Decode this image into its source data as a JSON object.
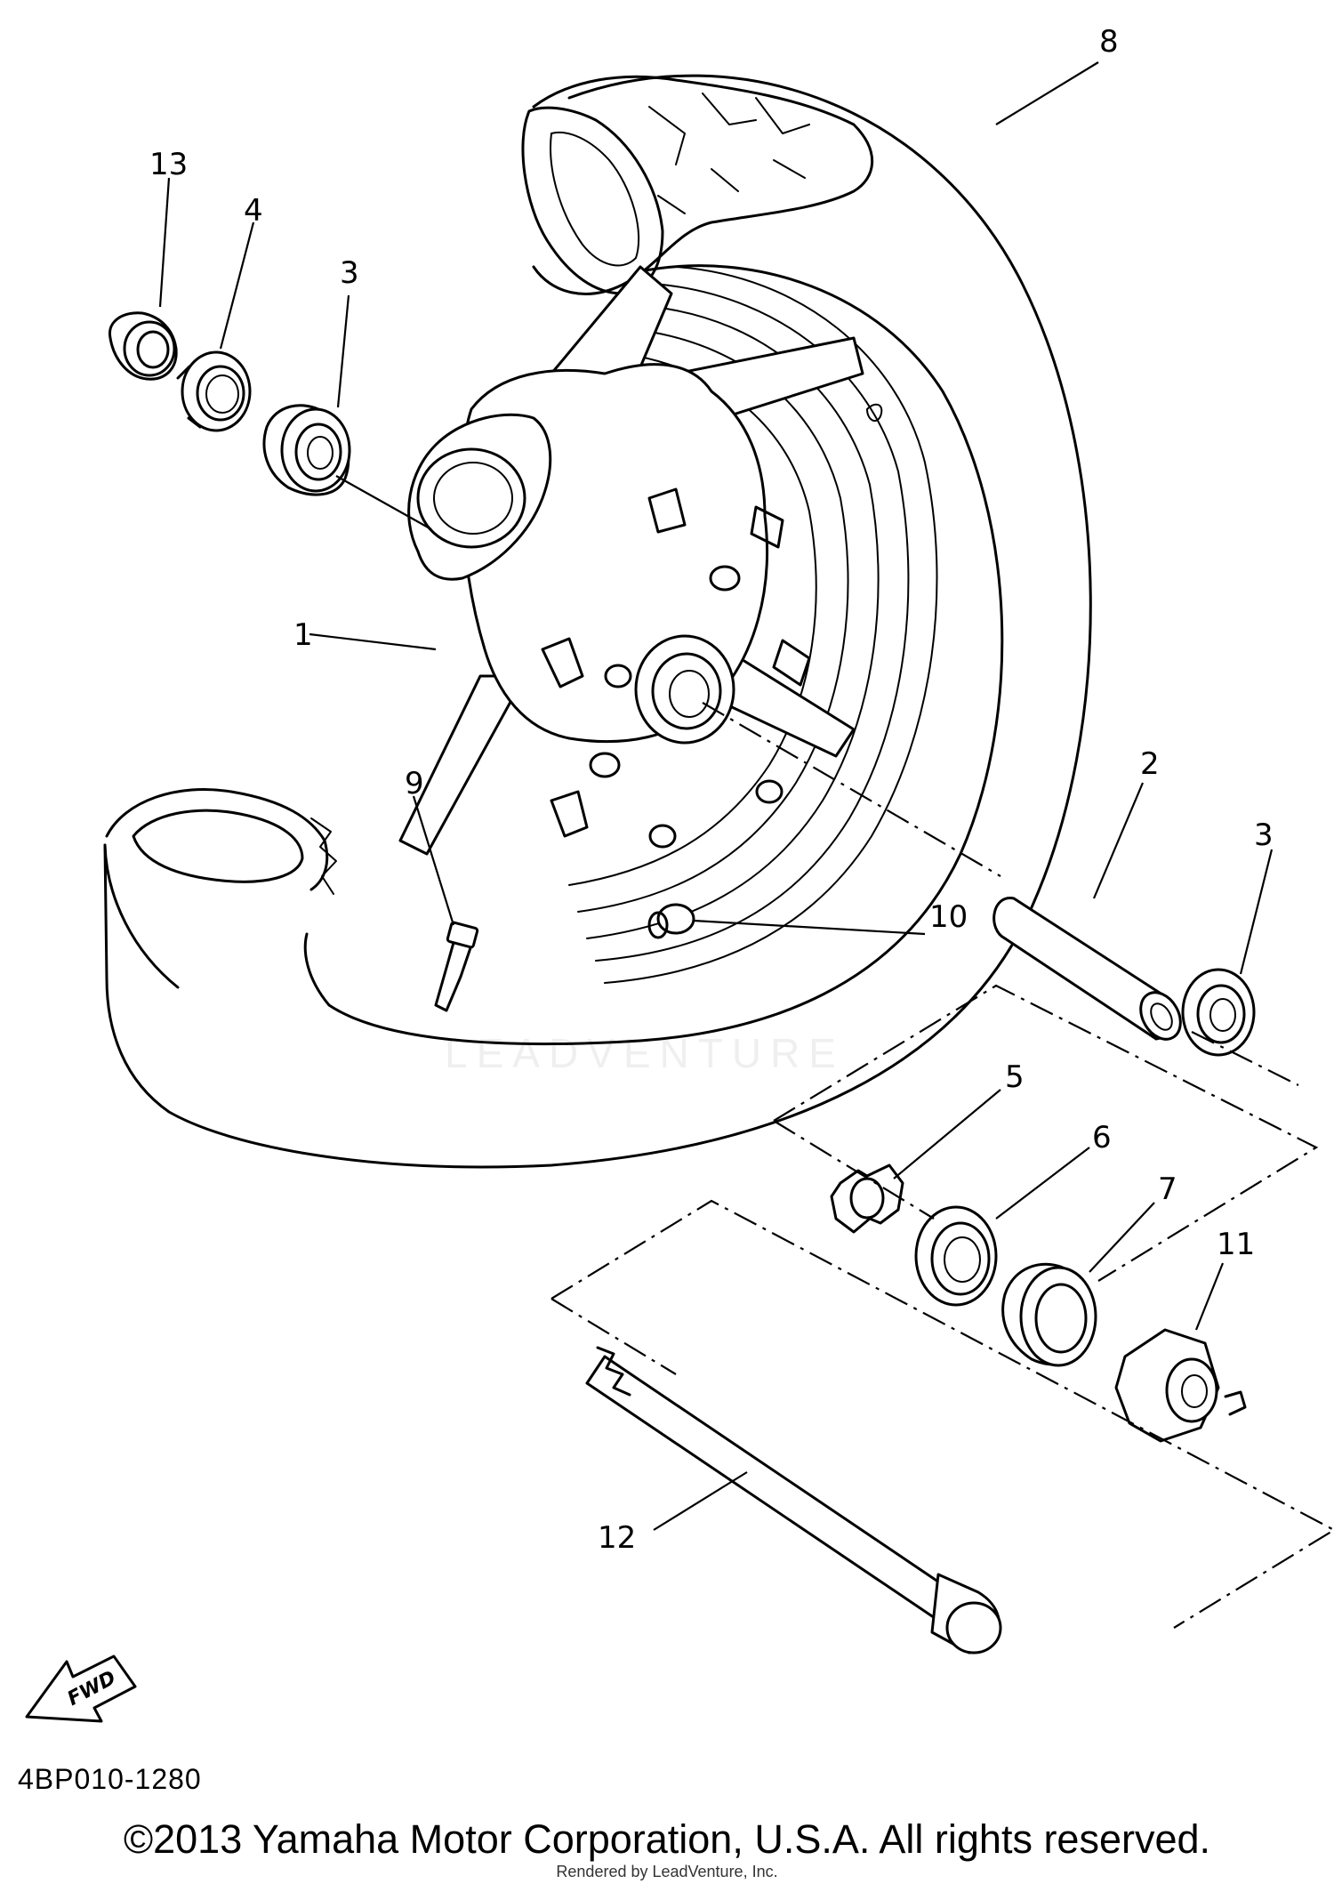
{
  "callouts": [
    {
      "id": "1",
      "label": "1"
    },
    {
      "id": "2",
      "label": "2"
    },
    {
      "id": "3a",
      "label": "3"
    },
    {
      "id": "3b",
      "label": "3"
    },
    {
      "id": "4",
      "label": "4"
    },
    {
      "id": "5",
      "label": "5"
    },
    {
      "id": "6",
      "label": "6"
    },
    {
      "id": "7",
      "label": "7"
    },
    {
      "id": "8",
      "label": "8"
    },
    {
      "id": "9",
      "label": "9"
    },
    {
      "id": "10",
      "label": "10"
    },
    {
      "id": "11",
      "label": "11"
    },
    {
      "id": "12",
      "label": "12"
    },
    {
      "id": "13",
      "label": "13"
    }
  ],
  "fwd_label": "FWD",
  "diagram_code": "4BP010-1280",
  "copyright": "©2013 Yamaha Motor Corporation, U.S.A. All rights reserved.",
  "rendered_by": "Rendered by LeadVenture, Inc.",
  "watermark": "LEADVENTURE"
}
